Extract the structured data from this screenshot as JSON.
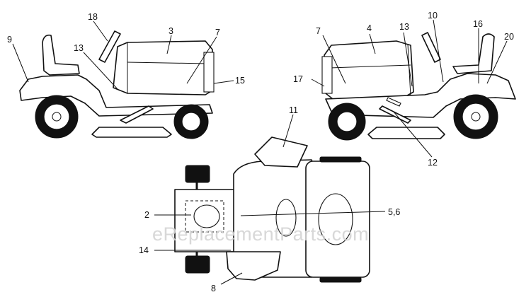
{
  "watermark": "eReplacementParts.com",
  "callouts": {
    "c9": "9",
    "c18": "18",
    "c3": "3",
    "c7a": "7",
    "c13a": "13",
    "c15": "15",
    "c7b": "7",
    "c4": "4",
    "c13b": "13",
    "c10": "10",
    "c16": "16",
    "c20": "20",
    "c17": "17",
    "c11": "11",
    "c12": "12",
    "c2": "2",
    "c56": "5,6",
    "c14": "14",
    "c8": "8"
  }
}
